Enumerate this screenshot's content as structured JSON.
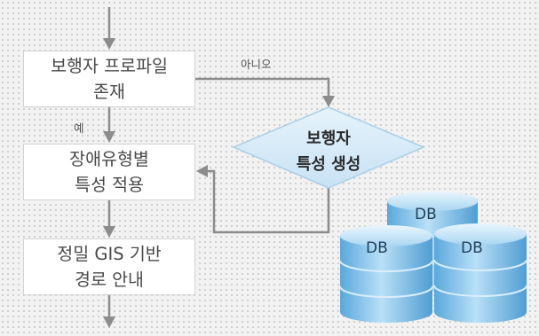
{
  "flow": {
    "step1": "보행자 프로파일\n존재",
    "step2": "장애유형별\n특성 적용",
    "step3": "정밀 GIS 기반\n경로 안내",
    "decision": "보행자\n특성 생성",
    "label_no": "아니오",
    "label_yes": "예"
  },
  "database": {
    "cylinder_label": "DB"
  },
  "colors": {
    "box_fill": "#ffffff",
    "box_border": "#d3d3d3",
    "connector": "#8c8c8c",
    "diamond_fill": "#d7ebf8",
    "diamond_border": "#a9cfe9",
    "cylinder_fill": "#7fbfe8"
  }
}
